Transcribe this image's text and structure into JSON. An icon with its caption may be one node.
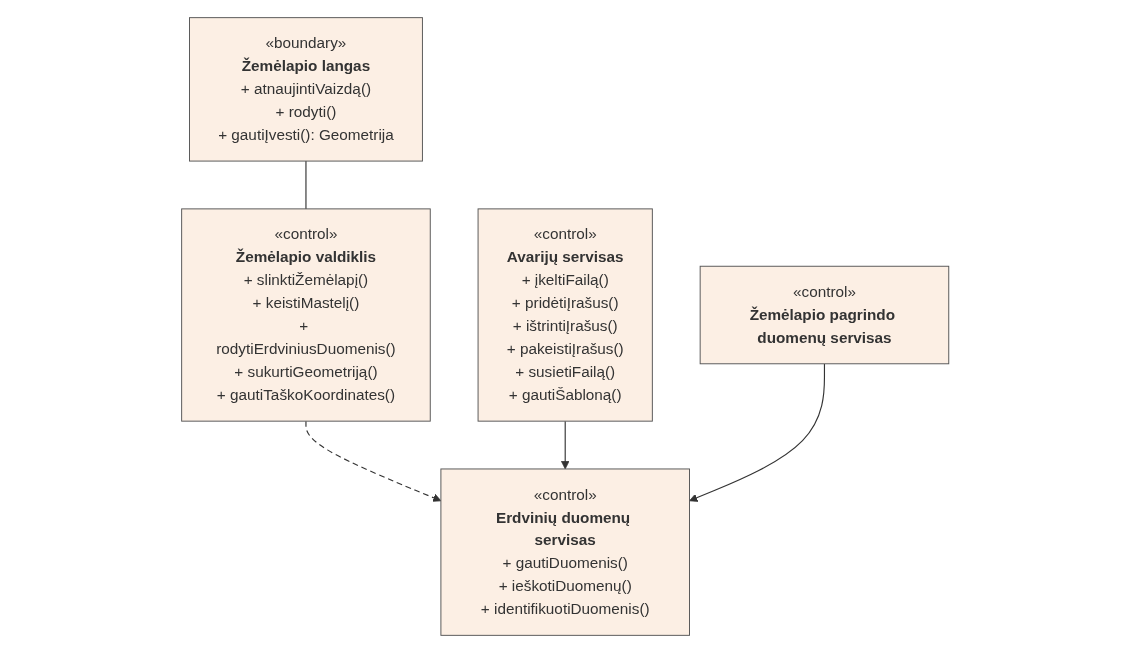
{
  "diagram": {
    "nodes": [
      {
        "text": [
          "«boundary»",
          "Žemėlapio langas",
          "+ atnaujintiVaizdą()",
          "+ rodyti()",
          "+ gautiĮvesti(): Geometrija"
        ]
      },
      {
        "text": [
          "«control»",
          "Žemėlapio valdiklis",
          "+ slinktiŽemėlapį()",
          "+ keistiMastelį()",
          "+ rodytiErdviniusDuomenis()",
          "+ sukurtiGeometriją()",
          "+ gautiTaškoKoordinates()"
        ]
      },
      {
        "text": [
          "«control»",
          "Avarijų servisas",
          "+ įkeltiFailą()",
          "+ pridėtiĮrašus()",
          "+ ištrintiĮrašus()",
          "+ pakeistiĮrašus()",
          "+ susietiFailą()",
          "+ gautiŠabloną()"
        ]
      },
      {
        "text": [
          "«control»",
          "Erdvinių duomenų servisas",
          "+ gautiDuomenis()",
          "+ ieškotiDuomenų()",
          "+ identifikuotiDuomenis()"
        ]
      },
      {
        "text": [
          "«control»",
          "Žemėlapio pagrindo duomenų servisas"
        ]
      }
    ],
    "edges": [
      {
        "from": 0,
        "to": 1,
        "arrow": "none"
      },
      {
        "from": 1,
        "to": 3,
        "arrow": "to",
        "style": "dashed"
      },
      {
        "from": 2,
        "to": 3,
        "arrow": "to"
      },
      {
        "from": 4,
        "to": 3,
        "arrow": "to"
      }
    ]
  }
}
